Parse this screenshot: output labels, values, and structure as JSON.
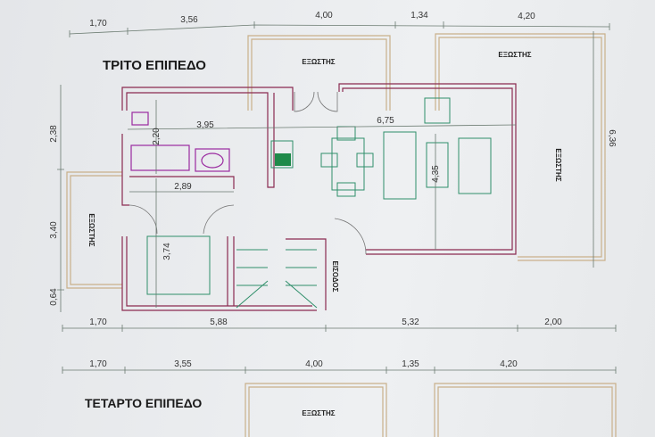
{
  "level3": {
    "title": "ΤΡΙΤΟ ΕΠΙΠΕΔΟ",
    "top_dims": [
      "1,70",
      "3,56",
      "4,00",
      "1,34",
      "4,20"
    ],
    "bottom_dims": [
      "1,70",
      "5,88",
      "5,32",
      "2,00"
    ],
    "left_dims": [
      "2,38",
      "3,40",
      "0,64"
    ],
    "right_dim": "6,36",
    "inner_dims": {
      "bath_width": "3,95",
      "living_width": "6,75",
      "bath_depth": "2,20",
      "hall_width": "2,89",
      "bedroom_depth": "3,74",
      "living_depth": "4,35"
    },
    "balcony_label": "ΕΞΩΣΤΗΣ",
    "entrance_label": "ΕΙΣΟΔΟΣ"
  },
  "level4": {
    "title": "ΤΕΤΑΡΤΟ ΕΠΙΠΕΔΟ",
    "top_dims": [
      "1,70",
      "3,55",
      "4,00",
      "1,35",
      "4,20"
    ],
    "balcony_label": "ΕΞΩΣΤΗΣ"
  }
}
